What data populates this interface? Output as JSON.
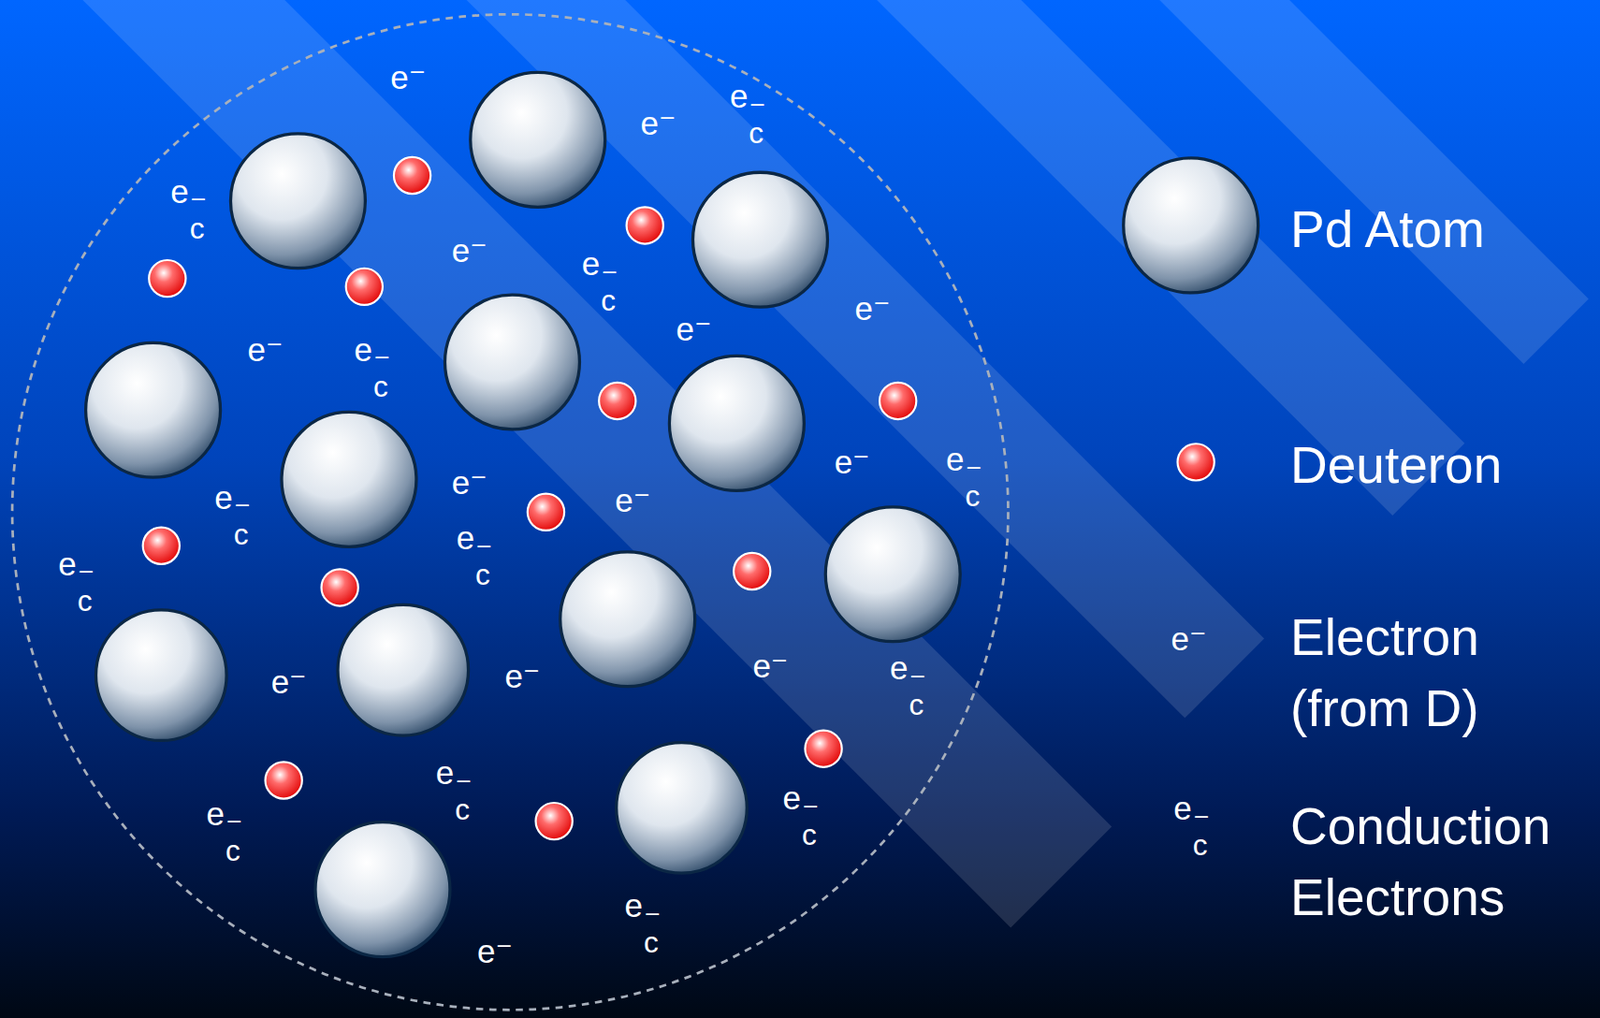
{
  "diagram": {
    "labels": [
      "e⁻",
      "e⁻",
      "e⁻",
      "e⁻",
      "e⁻",
      "e⁻",
      "e⁻",
      "e⁻",
      "e⁻",
      "e⁻",
      "e⁻",
      "e⁻",
      "e⁻",
      "e⁻c",
      "e⁻c",
      "e⁻c",
      "e⁻c",
      "e⁻c",
      "e⁻c",
      "e⁻c",
      "e⁻c",
      "e⁻c",
      "e⁻c",
      "e⁻c",
      "e⁻c",
      "e⁻c",
      "e⁻",
      "e⁻c"
    ],
    "legend": [
      {
        "text": "Pd Atom"
      },
      {
        "text": "Deuteron"
      },
      {
        "text": "Electron (from D)"
      },
      {
        "text": "Conduction Electrons"
      }
    ]
  }
}
